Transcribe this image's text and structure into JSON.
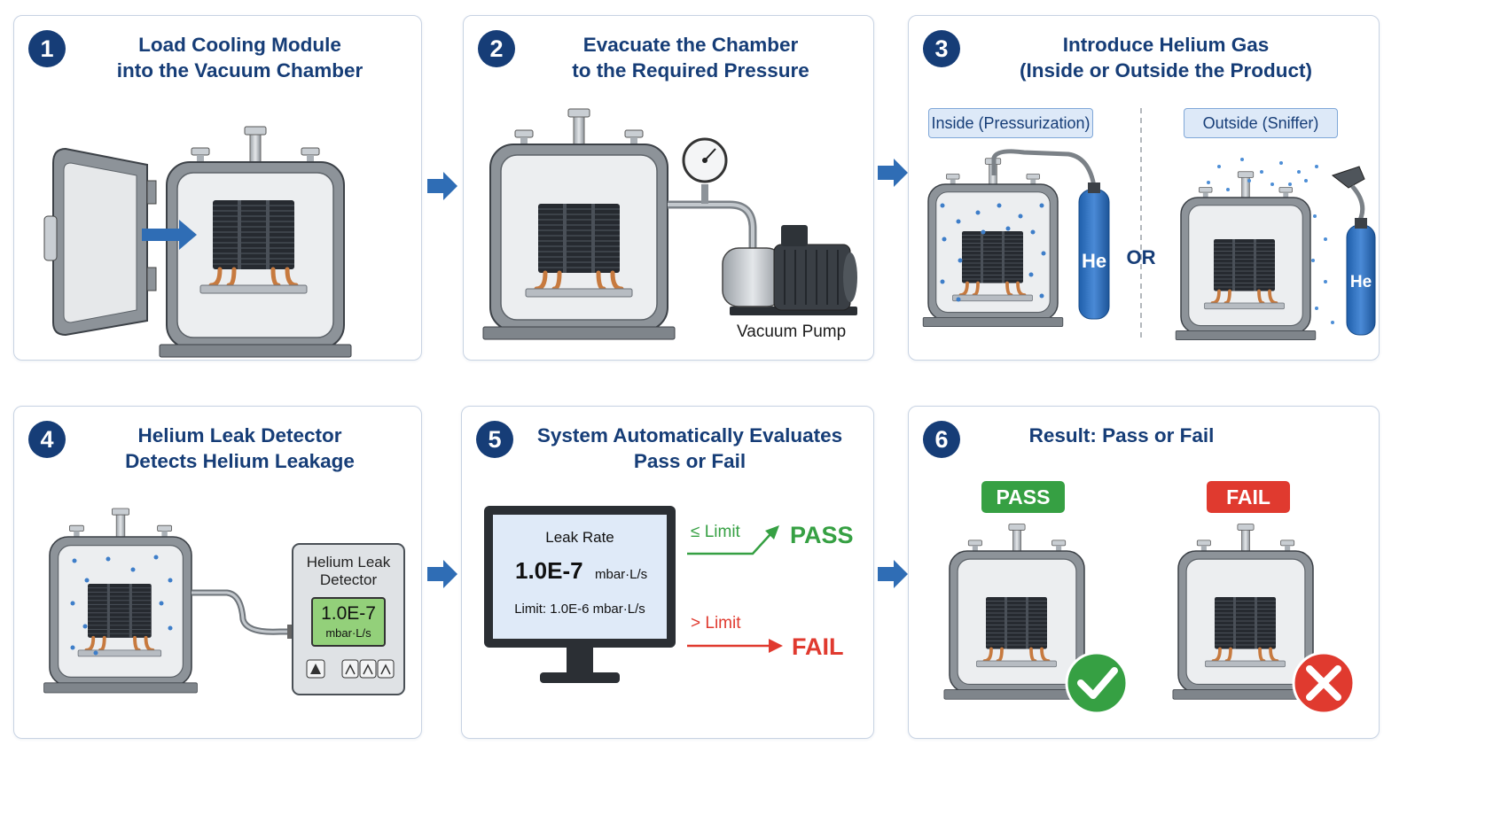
{
  "steps": [
    {
      "number": "1",
      "title_line1": "Load Cooling Module",
      "title_line2": "into the Vacuum Chamber"
    },
    {
      "number": "2",
      "title_line1": "Evacuate the Chamber",
      "title_line2": "to the Required Pressure",
      "pump_label": "Vacuum Pump"
    },
    {
      "number": "3",
      "title_line1": "Introduce Helium Gas",
      "title_line2": "(Inside or Outside the Product)",
      "inside_tag": "Inside (Pressurization)",
      "outside_tag": "Outside (Sniffer)",
      "or_label": "OR",
      "he_label": "He"
    },
    {
      "number": "4",
      "title_line1": "Helium Leak Detector",
      "title_line2": "Detects Helium Leakage",
      "detector_line1": "Helium Leak",
      "detector_line2": "Detector",
      "display_value": "1.0E-7",
      "display_unit": "mbar·L/s"
    },
    {
      "number": "5",
      "title_line1": "System Automatically Evaluates",
      "title_line2": "Pass or Fail",
      "screen_title": "Leak Rate",
      "screen_value": "1.0E-7",
      "screen_unit": "mbar·L/s",
      "screen_limit": "Limit: 1.0E-6 mbar·L/s",
      "le_limit": "≤ Limit",
      "gt_limit": "> Limit",
      "pass_label": "PASS",
      "fail_label": "FAIL"
    },
    {
      "number": "6",
      "title": "Result: Pass or Fail",
      "pass_badge": "PASS",
      "fail_badge": "FAIL"
    }
  ],
  "colors": {
    "navy": "#163d77",
    "arrow_blue": "#2f6db5",
    "pass_green": "#36a043",
    "fail_red": "#e03a2f",
    "helium_blue": "#2e6fbd",
    "copper": "#c77a3f"
  }
}
